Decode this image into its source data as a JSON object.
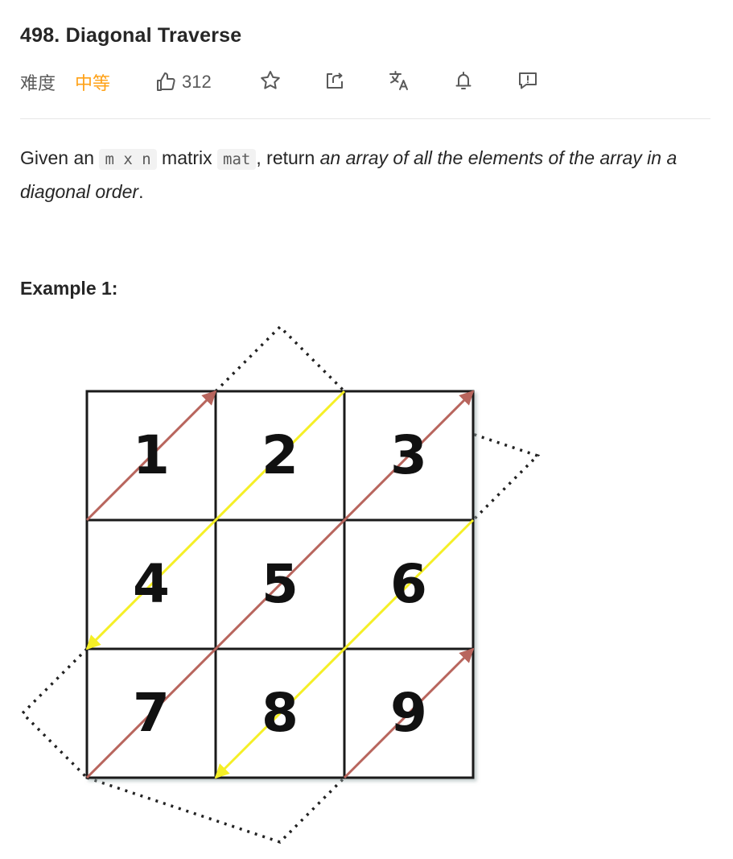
{
  "problem": {
    "title": "498. Diagonal Traverse",
    "difficulty_label": "难度",
    "difficulty_value": "中等",
    "likes": "312"
  },
  "toolbar": {
    "icons": [
      "thumbs-up-icon",
      "star-icon",
      "share-icon",
      "translate-icon",
      "bell-icon",
      "feedback-icon"
    ]
  },
  "description": {
    "p1": "Given an ",
    "code1": "m x n",
    "p2": " matrix ",
    "code2": "mat",
    "p3": ", return ",
    "emph": "an array of all the elements of the array in a diagonal order",
    "p4": "."
  },
  "example": {
    "title": "Example 1:",
    "matrix": [
      [
        1,
        2,
        3
      ],
      [
        4,
        5,
        6
      ],
      [
        7,
        8,
        9
      ]
    ]
  },
  "colors": {
    "accent_orange": "#ffa116",
    "arrow_red": "#b8655d",
    "arrow_yellow": "#f5ef26"
  }
}
